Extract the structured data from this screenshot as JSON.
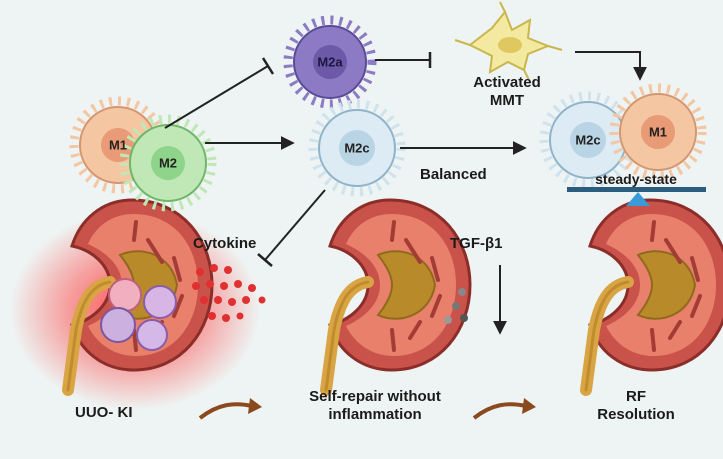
{
  "cells": {
    "m1_left": "M1",
    "m2_left": "M2",
    "m2a": "M2a",
    "m2c_mid": "M2c",
    "m2c_right": "M2c",
    "m1_right": "M1"
  },
  "labels": {
    "activated_mmt_line1": "Activated",
    "activated_mmt_line2": "MMT",
    "balanced": "Balanced",
    "steady_state": "steady-state",
    "cytokine": "Cytokine",
    "tgf": "TGF-β1",
    "stage1": "UUO- KI",
    "stage2_line1": "Self-repair without",
    "stage2_line2": "inflammation",
    "stage3_line1": "RF",
    "stage3_line2": "Resolution"
  },
  "colors": {
    "background": "#eef4f3",
    "m1": "#f4c6a2",
    "m2": "#bfe8b6",
    "m2a": "#8c7bc4",
    "m2c": "#cfe3ef",
    "mmt": "#f3e9a0",
    "kidney": "#c9524a",
    "inflammation_glow": "#ff2a2a",
    "flow_arrow": "#8a4a1e",
    "balance_bar": "#2b5d7e"
  }
}
